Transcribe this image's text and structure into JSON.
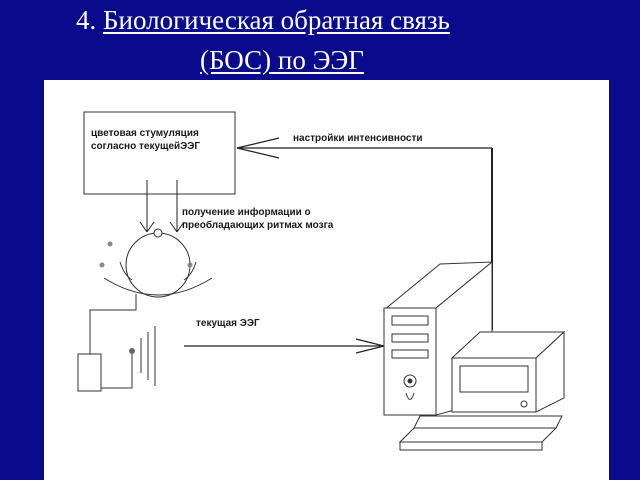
{
  "title": {
    "number": "4.",
    "line1": "Биологическая обратная связь",
    "line2": "(БОС) по ЭЭГ"
  },
  "diagram": {
    "stimulation_box": {
      "line1": "цветовая стумуляция",
      "line2": "согласно текущейЭЭГ"
    },
    "intensity_label": "настройки интенсивности",
    "info_label": {
      "line1": "получение информации о",
      "line2": "преобладающих ритмах мозга"
    },
    "eeg_label": "текущая ЭЭГ",
    "icons": [
      "head-icon",
      "electrode-device-icon",
      "computer-tower-icon",
      "monitor-icon",
      "keyboard-icon"
    ]
  }
}
